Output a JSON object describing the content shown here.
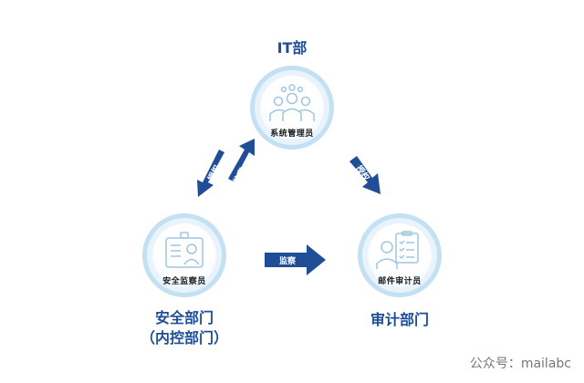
{
  "nodes": {
    "it": {
      "dept": "IT部",
      "role": "系统管理员"
    },
    "security": {
      "dept_line1": "安全部门",
      "dept_line2": "（内控部门）",
      "role": "安全监察员"
    },
    "audit": {
      "dept": "审计部门",
      "role": "邮件审计员"
    }
  },
  "arrows": {
    "security_to_it": "授权",
    "it_to_security": "监察",
    "it_to_audit": "授权",
    "security_to_audit": "监察"
  },
  "watermark": "公众号：mailabc",
  "colors": {
    "title": "#1f4e96",
    "arrow": "#1f4e96",
    "ring": "#c3e1f3",
    "icon": "#9fc6e0"
  },
  "icons": {
    "it": "people-gears-icon",
    "security": "id-badge-icon",
    "audit": "checklist-people-icon"
  }
}
